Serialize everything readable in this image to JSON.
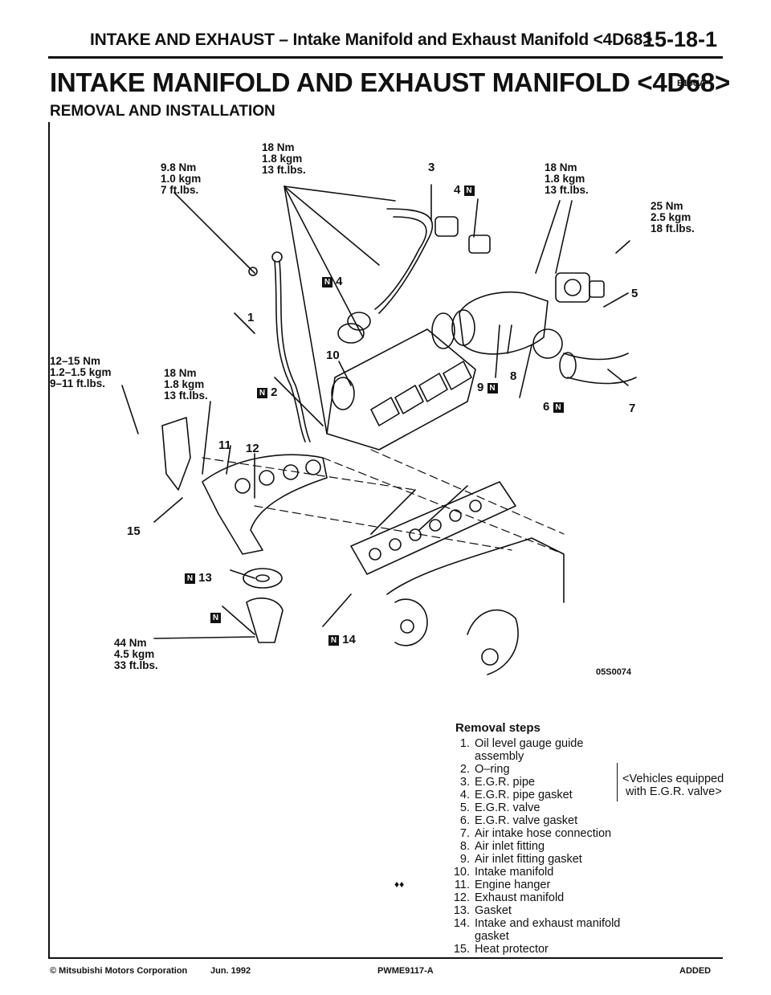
{
  "header": {
    "title": "INTAKE AND EXHAUST – Intake Manifold and Exhaust Manifold <4D68>",
    "page": "15-18-1"
  },
  "document": {
    "title": "INTAKE MANIFOLD AND EXHAUST MANIFOLD <4D68>",
    "code": "E15UA–",
    "subtitle": "REMOVAL AND INSTALLATION"
  },
  "torque_specs": [
    {
      "id": "t1",
      "text": "9.8 Nm\n1.0 kgm\n7 ft.lbs."
    },
    {
      "id": "t2",
      "text": "18 Nm\n1.8 kgm\n13 ft.lbs."
    },
    {
      "id": "t3",
      "text": "18 Nm\n1.8 kgm\n13 ft.lbs."
    },
    {
      "id": "t4",
      "text": "25 Nm\n2.5 kgm\n18 ft.lbs."
    },
    {
      "id": "t5",
      "text": "12–15 Nm\n1.2–1.5 kgm\n9–11 ft.lbs."
    },
    {
      "id": "t6",
      "text": "18 Nm\n1.8 kgm\n13 ft.lbs."
    },
    {
      "id": "t7",
      "text": "44 Nm\n4.5 kgm\n33 ft.lbs."
    }
  ],
  "callouts": {
    "n1": "1",
    "n2": "2",
    "n3": "3",
    "n4": "4",
    "n4b": "4",
    "n5": "5",
    "n6": "6",
    "n7": "7",
    "n8": "8",
    "n9": "9",
    "n10": "10",
    "n11": "11",
    "n12": "12",
    "n13": "13",
    "n14": "14",
    "n15": "15",
    "new_mark": "N"
  },
  "figure_id": "05S0074",
  "removal_steps": {
    "title": "Removal steps",
    "items": [
      {
        "num": "1.",
        "text": "Oil level gauge guide assembly"
      },
      {
        "num": "2.",
        "text": "O–ring"
      },
      {
        "num": "3.",
        "text": "E.G.R. pipe"
      },
      {
        "num": "4.",
        "text": "E.G.R. pipe gasket"
      },
      {
        "num": "5.",
        "text": "E.G.R. valve"
      },
      {
        "num": "6.",
        "text": "E.G.R. valve gasket"
      },
      {
        "num": "7.",
        "text": "Air intake hose connection"
      },
      {
        "num": "8.",
        "text": "Air inlet fitting"
      },
      {
        "num": "9.",
        "text": "Air inlet fitting gasket"
      },
      {
        "num": "10.",
        "text": "Intake manifold"
      },
      {
        "num": "11.",
        "text": "Engine hanger"
      },
      {
        "num": "12.",
        "text": "Exhaust manifold"
      },
      {
        "num": "13.",
        "text": "Gasket"
      },
      {
        "num": "14.",
        "text": "Intake and exhaust manifold gasket"
      },
      {
        "num": "15.",
        "text": "Heat protector"
      }
    ],
    "note": "<Vehicles equipped\n with E.G.R. valve>",
    "arrows": "♦♦"
  },
  "footer": {
    "copyright": "© Mitsubishi Motors Corporation",
    "date": "Jun. 1992",
    "code": "PWME9117-A",
    "status": "ADDED"
  }
}
